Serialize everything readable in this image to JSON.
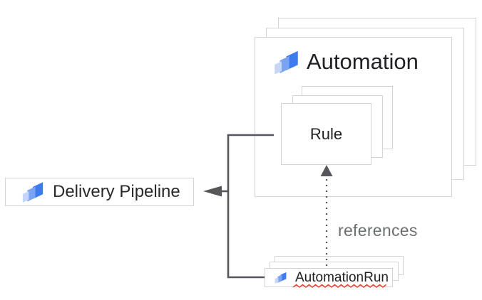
{
  "nodes": {
    "automation": {
      "label": "Automation",
      "icon": "cloud-deploy-icon",
      "stack_count": 3
    },
    "rule": {
      "label": "Rule",
      "stack_count": 3
    },
    "delivery_pipeline": {
      "label": "Delivery Pipeline",
      "icon": "cloud-deploy-icon"
    },
    "automation_run": {
      "label": "AutomationRun",
      "icon": "cloud-deploy-icon",
      "stack_count": 3,
      "spellcheck_underline": true
    }
  },
  "edges": {
    "automation_run_to_rule": {
      "label": "references",
      "style": "dotted-arrow-up"
    },
    "trunk_to_delivery_pipeline": {
      "style": "solid-arrow-left"
    }
  },
  "colors": {
    "background": "#ffffff",
    "node_border": "#d3d4d6",
    "connector": "#55575a",
    "text_primary": "#202124",
    "text_secondary": "#6c6f72",
    "icon_blue_dark": "#3e7cee",
    "icon_blue_mid": "#7aa4f3",
    "icon_blue_light": "#c6d6f8",
    "spellcheck_red": "#e5493b"
  }
}
